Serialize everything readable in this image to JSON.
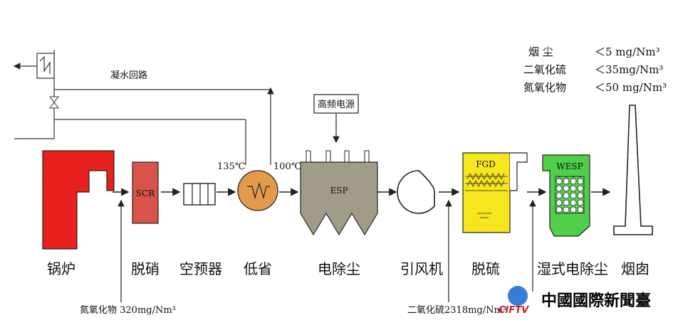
{
  "emission_limits": [
    {
      "name": "烟 尘",
      "limit": "＜5 mg/Nm³"
    },
    {
      "name": "二氧化硫",
      "limit": "＜35mg/Nm³"
    },
    {
      "name": "氮氧化物",
      "limit": "＜50 mg/Nm³"
    }
  ],
  "loop_label": "凝水回路",
  "power_label": "高频电源",
  "temps": {
    "low_in": "135℃",
    "low_out": "100℃"
  },
  "equipment_tags": {
    "scr": "SCR",
    "esp": "ESP",
    "fgd": "FGD",
    "wesp": "WESP"
  },
  "stage_labels": [
    "锅炉",
    "脱硝",
    "空预器",
    "低省",
    "电除尘",
    "引风机",
    "脱硫",
    "湿式电除尘",
    "烟囱"
  ],
  "inlet_readings": {
    "nox": "氮氧化物  320mg/Nm³",
    "so2": "二氧化硫2318mg/Nm³"
  },
  "watermark": {
    "cn": "中國國際新聞臺",
    "en": "CIFTV"
  },
  "colors": {
    "boiler": "#e8201e",
    "scr": "#d9534a",
    "economizer": "#e39a4a",
    "esp": "#a19c8a",
    "fgd": "#f6e61e",
    "wesp": "#4fcf4a"
  }
}
